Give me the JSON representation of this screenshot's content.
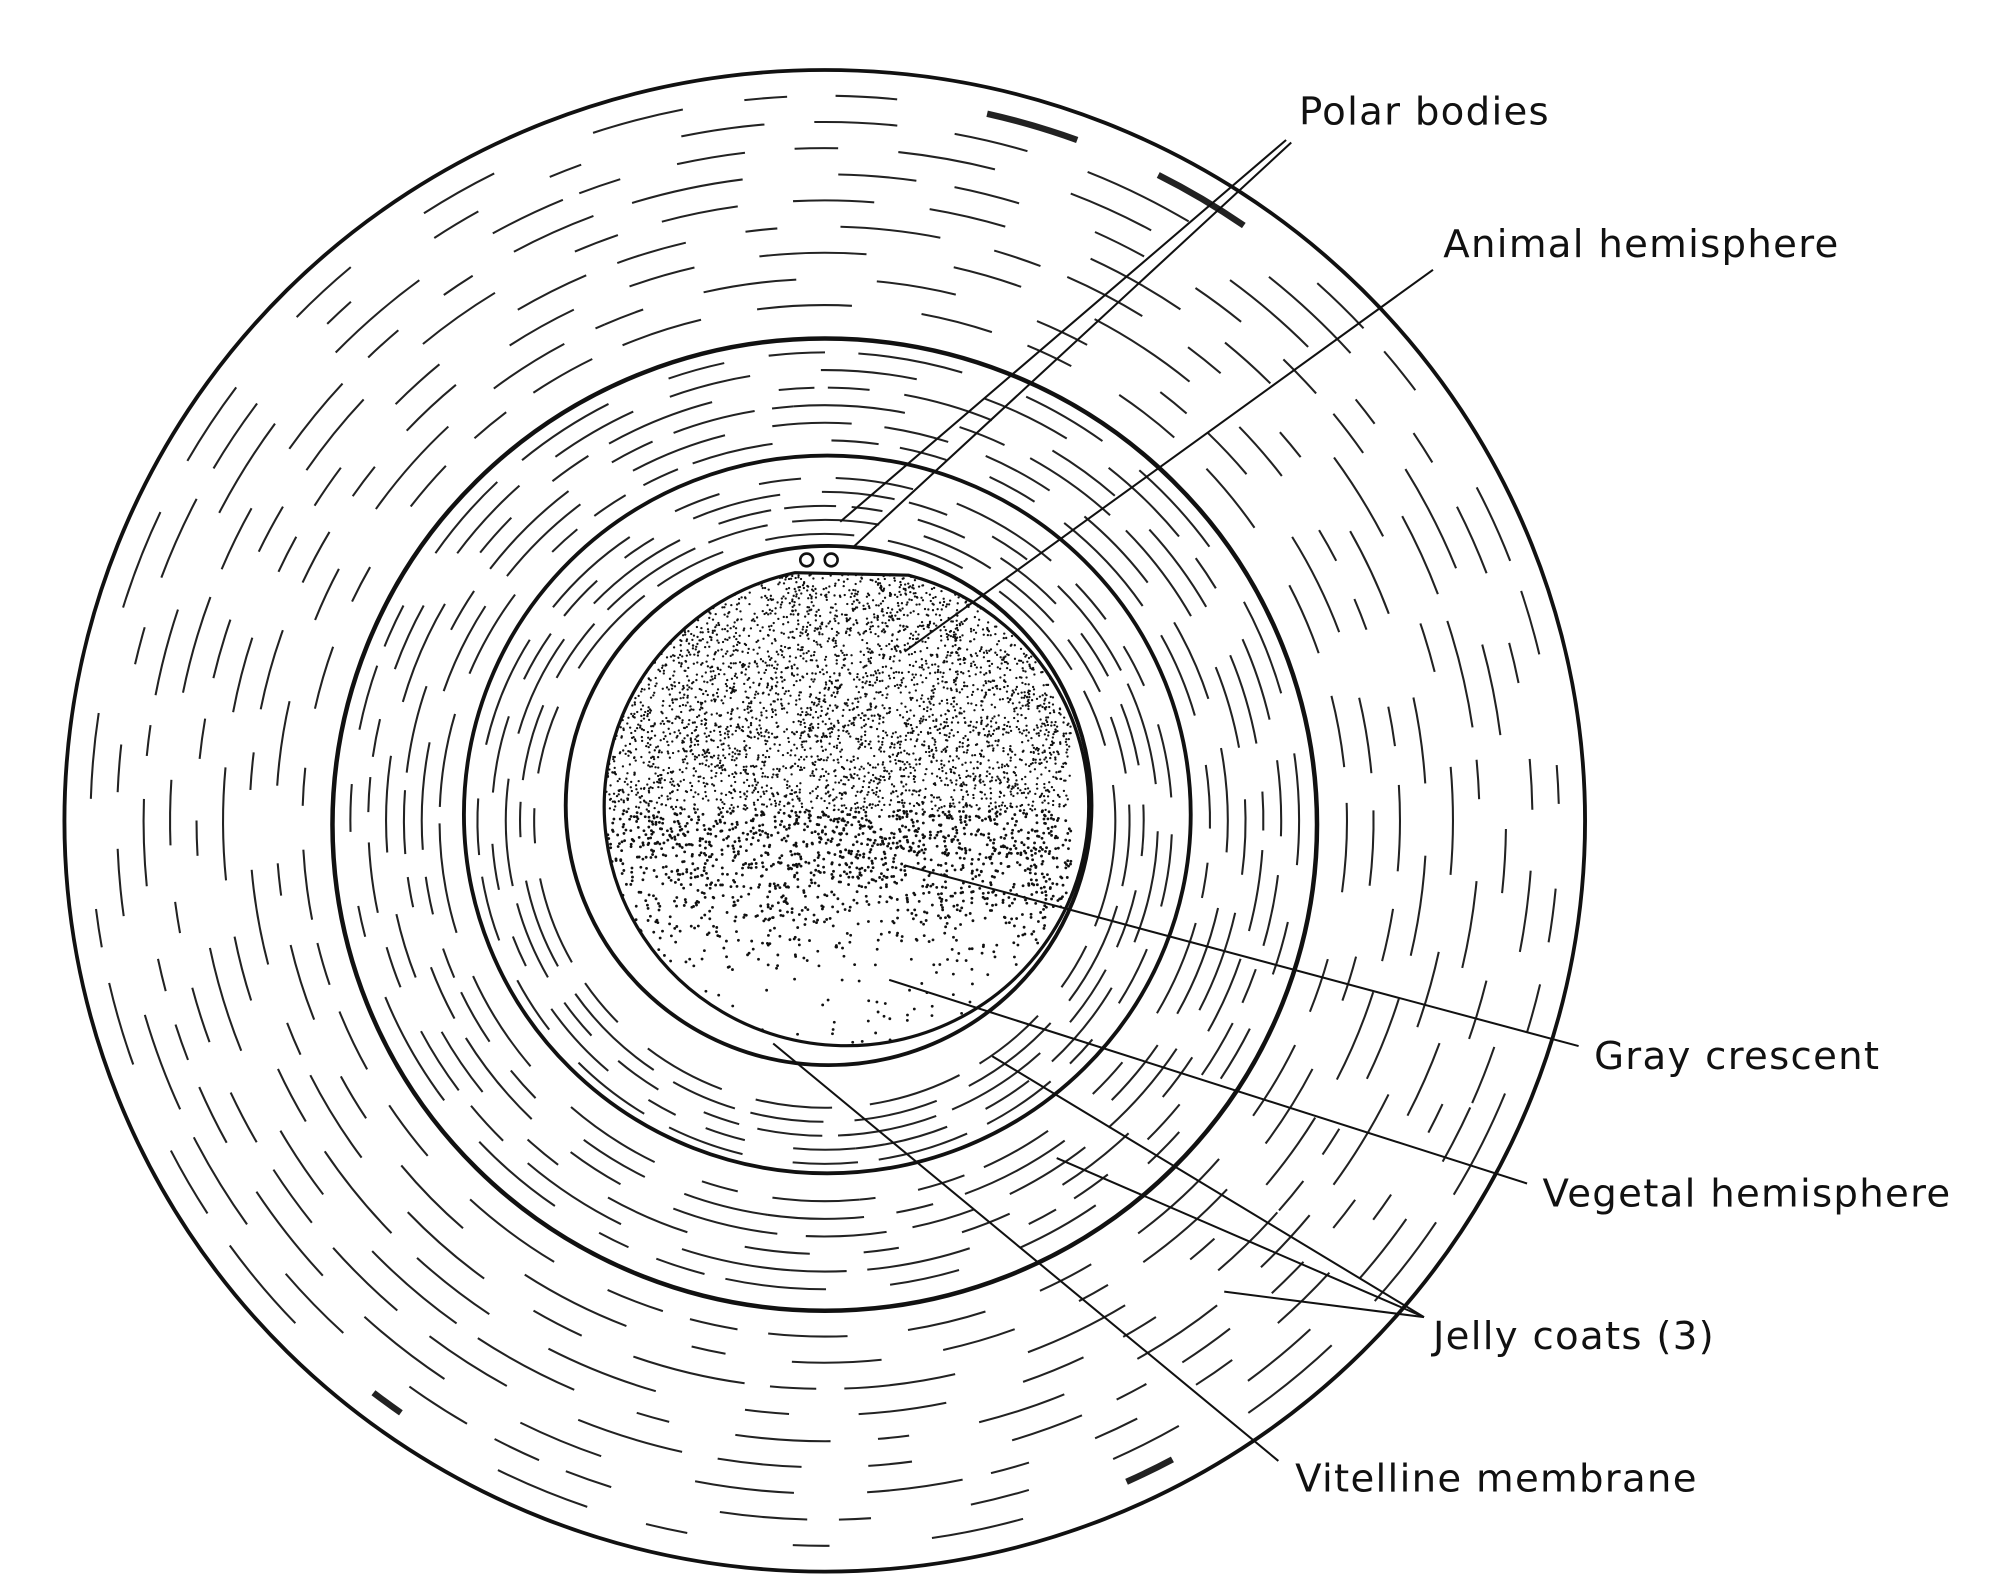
{
  "diagram": {
    "labels": {
      "polar_bodies": "Polar bodies",
      "animal_hemisphere": "Animal hemisphere",
      "gray_crescent": "Gray crescent",
      "vegetal_hemisphere": "Vegetal hemisphere",
      "jelly_coats": "Jelly coats (3)",
      "vitelline_membrane": "Vitelline membrane"
    },
    "colors": {
      "ink": "#111111",
      "background": "#ffffff"
    }
  }
}
